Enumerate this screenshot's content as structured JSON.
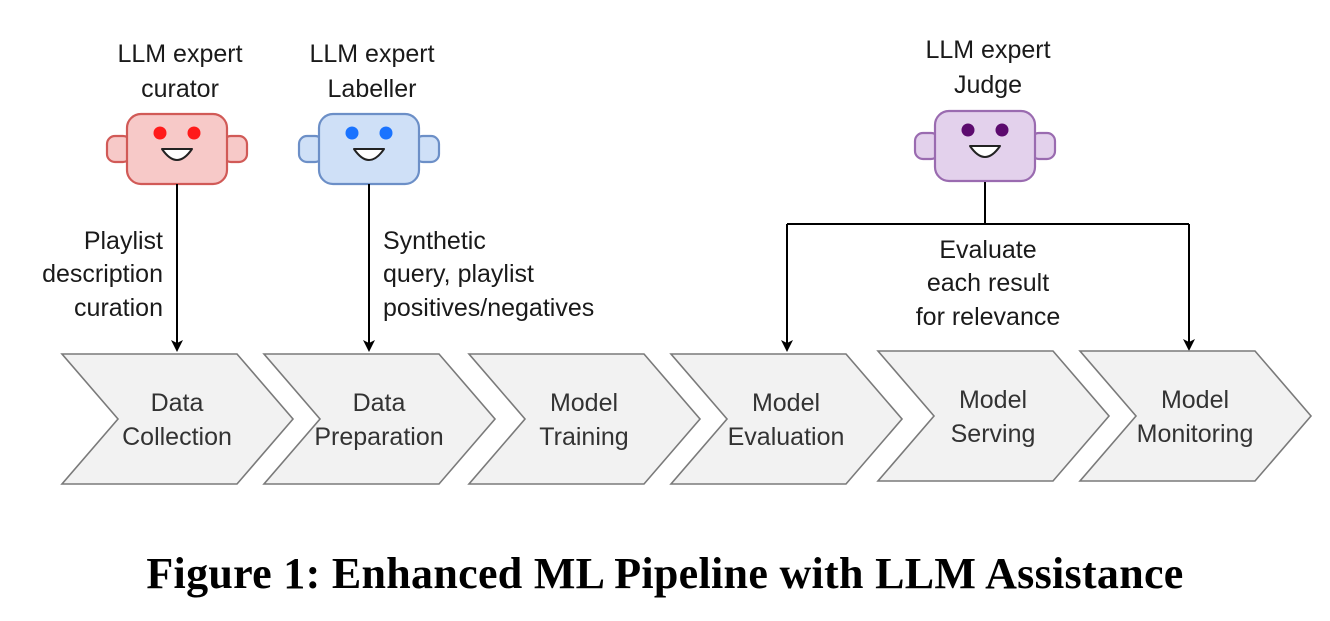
{
  "experts": [
    {
      "line1": "LLM expert",
      "line2": "curator",
      "color_fill": "#f7c9c8",
      "color_stroke": "#d15a57",
      "eye_color": "#ff1a1a"
    },
    {
      "line1": "LLM expert",
      "line2": "Labeller",
      "color_fill": "#cfe0f7",
      "color_stroke": "#6c8fc7",
      "eye_color": "#1a73ff"
    },
    {
      "line1": "LLM expert",
      "line2": "Judge",
      "color_fill": "#e3d1ec",
      "color_stroke": "#9a6bb0",
      "eye_color": "#5c0a6e"
    }
  ],
  "annotations": [
    {
      "lines": [
        "Playlist",
        "description",
        "curation"
      ]
    },
    {
      "lines": [
        "Synthetic",
        "query, playlist",
        "positives/negatives"
      ]
    },
    {
      "lines": [
        "Evaluate",
        "each result",
        "for relevance"
      ]
    }
  ],
  "stages": [
    {
      "line1": "Data",
      "line2": "Collection"
    },
    {
      "line1": "Data",
      "line2": "Preparation"
    },
    {
      "line1": "Model",
      "line2": "Training"
    },
    {
      "line1": "Model",
      "line2": "Evaluation"
    },
    {
      "line1": "Model",
      "line2": "Serving"
    },
    {
      "line1": "Model",
      "line2": "Monitoring"
    }
  ],
  "colors": {
    "stage_fill": "#f2f2f2",
    "stage_stroke": "#7a7a7a",
    "line": "#000000"
  },
  "caption": "Figure 1: Enhanced ML Pipeline with LLM Assistance"
}
